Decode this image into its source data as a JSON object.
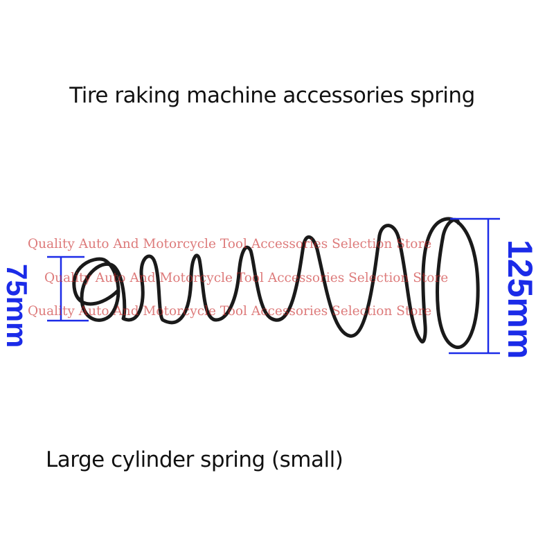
{
  "title": "Tire raking machine accessories spring",
  "caption": "Large cylinder spring (small)",
  "dimensions": {
    "small_end": "75mm",
    "large_end": "125mm"
  },
  "watermark": {
    "line1": "Quality Auto And Motorcycle Tool Accessories Selection Store",
    "line2": "Quality Auto And Motorcycle Tool Accessories Selection Store",
    "line3": "Quality Auto And Motorcycle Tool Accessories Selection Store"
  },
  "colors": {
    "dimension": "#1b2be8",
    "watermark": "#c82828",
    "spring": "#1a1a1a"
  }
}
